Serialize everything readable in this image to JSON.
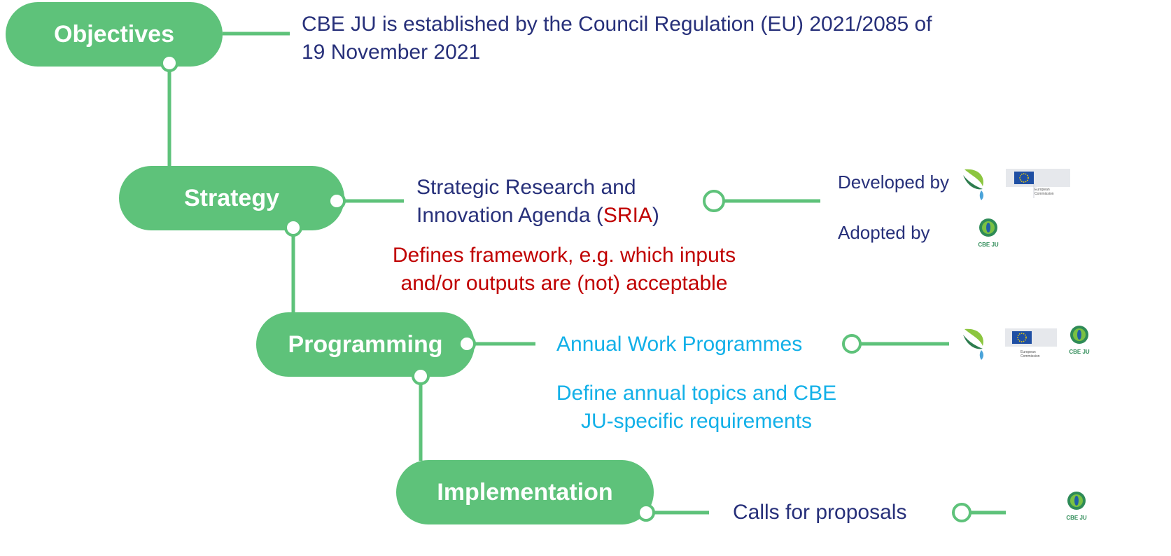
{
  "stages": {
    "objectives": "Objectives",
    "strategy": "Strategy",
    "programming": "Programming",
    "implementation": "Implementation"
  },
  "objectives_text": {
    "line1": "CBE JU is established by the Council Regulation (EU) 2021/2085 of",
    "line2": "19 November 2021"
  },
  "strategy_text": {
    "title_line1": "Strategic Research and",
    "title_line2_prefix": "Innovation Agenda (",
    "title_acronym": "SRIA",
    "title_line2_suffix": ")",
    "note_line1": "Defines framework, e.g. which inputs",
    "note_line2": "and/or outputs are (not) acceptable",
    "developed_by": "Developed by",
    "adopted_by": "Adopted by"
  },
  "programming_text": {
    "title": "Annual Work Programmes",
    "note_line1": "Define annual topics and CBE",
    "note_line2": "JU-specific requirements"
  },
  "implementation_text": {
    "title": "Calls for proposals"
  },
  "logos": {
    "cbe_ju_label": "CBE JU",
    "ec_label_line1": "European",
    "ec_label_line2": "Commission"
  },
  "colors": {
    "green": "#5ec27a",
    "navy": "#27307a",
    "red": "#c00000",
    "cyan": "#12b0e8"
  }
}
